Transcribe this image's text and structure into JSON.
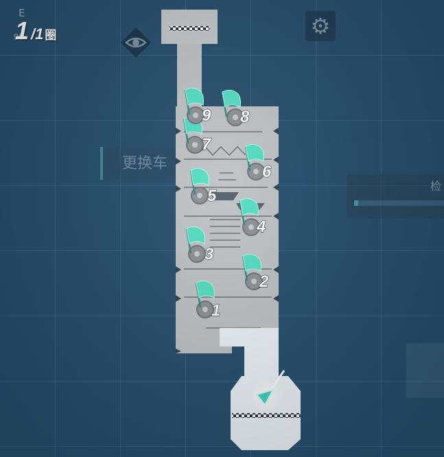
{
  "hud": {
    "compass": "E",
    "heading": "90",
    "lap_current": "1",
    "lap_total": "/1",
    "lap_unit": "圈"
  },
  "buttons": {
    "view_icon": "eye-icon",
    "settings_icon": "gear-icon"
  },
  "panels": {
    "change_car_label": "更换车",
    "right_panel_label": "检"
  },
  "checkpoints": [
    "1",
    "2",
    "3",
    "4",
    "5",
    "6",
    "7",
    "8",
    "9"
  ],
  "colors": {
    "background": "#27506f",
    "track": "#c0c4c7",
    "start_zone": "#eef5fa",
    "flag": "#55e0c4",
    "player_marker": "#3fd6c0"
  }
}
